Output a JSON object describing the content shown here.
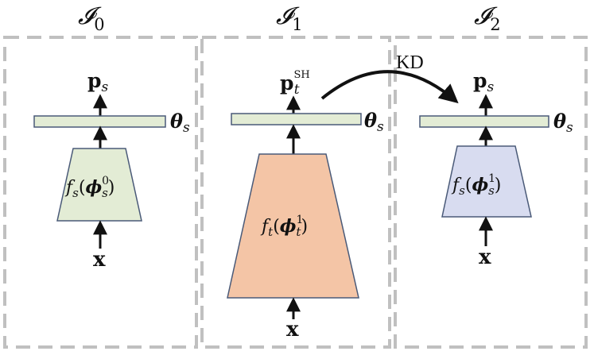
{
  "panels": [
    {
      "title_main": "𝓘",
      "title_sub": "0",
      "output_main": "p",
      "output_sub": "s",
      "output_sup": "",
      "head_main": "θ",
      "head_sub": "s",
      "encoder_func": "f",
      "encoder_func_sub": "s",
      "encoder_param": "ϕ",
      "encoder_param_sub": "s",
      "encoder_param_sup": "0",
      "input": "x",
      "encoder_color": "#e3ecd5"
    },
    {
      "title_main": "𝓘",
      "title_sub": "1",
      "output_main": "p",
      "output_sub": "t",
      "output_sup": "SH",
      "head_main": "θ",
      "head_sub": "s",
      "encoder_func": "f",
      "encoder_func_sub": "t",
      "encoder_param": "ϕ",
      "encoder_param_sub": "t",
      "encoder_param_sup": "1",
      "input": "x",
      "encoder_color": "#f4c5a6"
    },
    {
      "title_main": "𝓘",
      "title_sub": "2",
      "output_main": "p",
      "output_sub": "s",
      "output_sup": "",
      "head_main": "θ",
      "head_sub": "s",
      "encoder_func": "f",
      "encoder_func_sub": "s",
      "encoder_param": "ϕ",
      "encoder_param_sub": "s",
      "encoder_param_sup": "1",
      "input": "x",
      "encoder_color": "#d8dcf0"
    }
  ],
  "kd_label": "KD",
  "colors": {
    "panel_border": "#c0c0c0",
    "head_fill": "#e3ecd5",
    "outline": "#4a5a78",
    "arrow": "#111111"
  }
}
